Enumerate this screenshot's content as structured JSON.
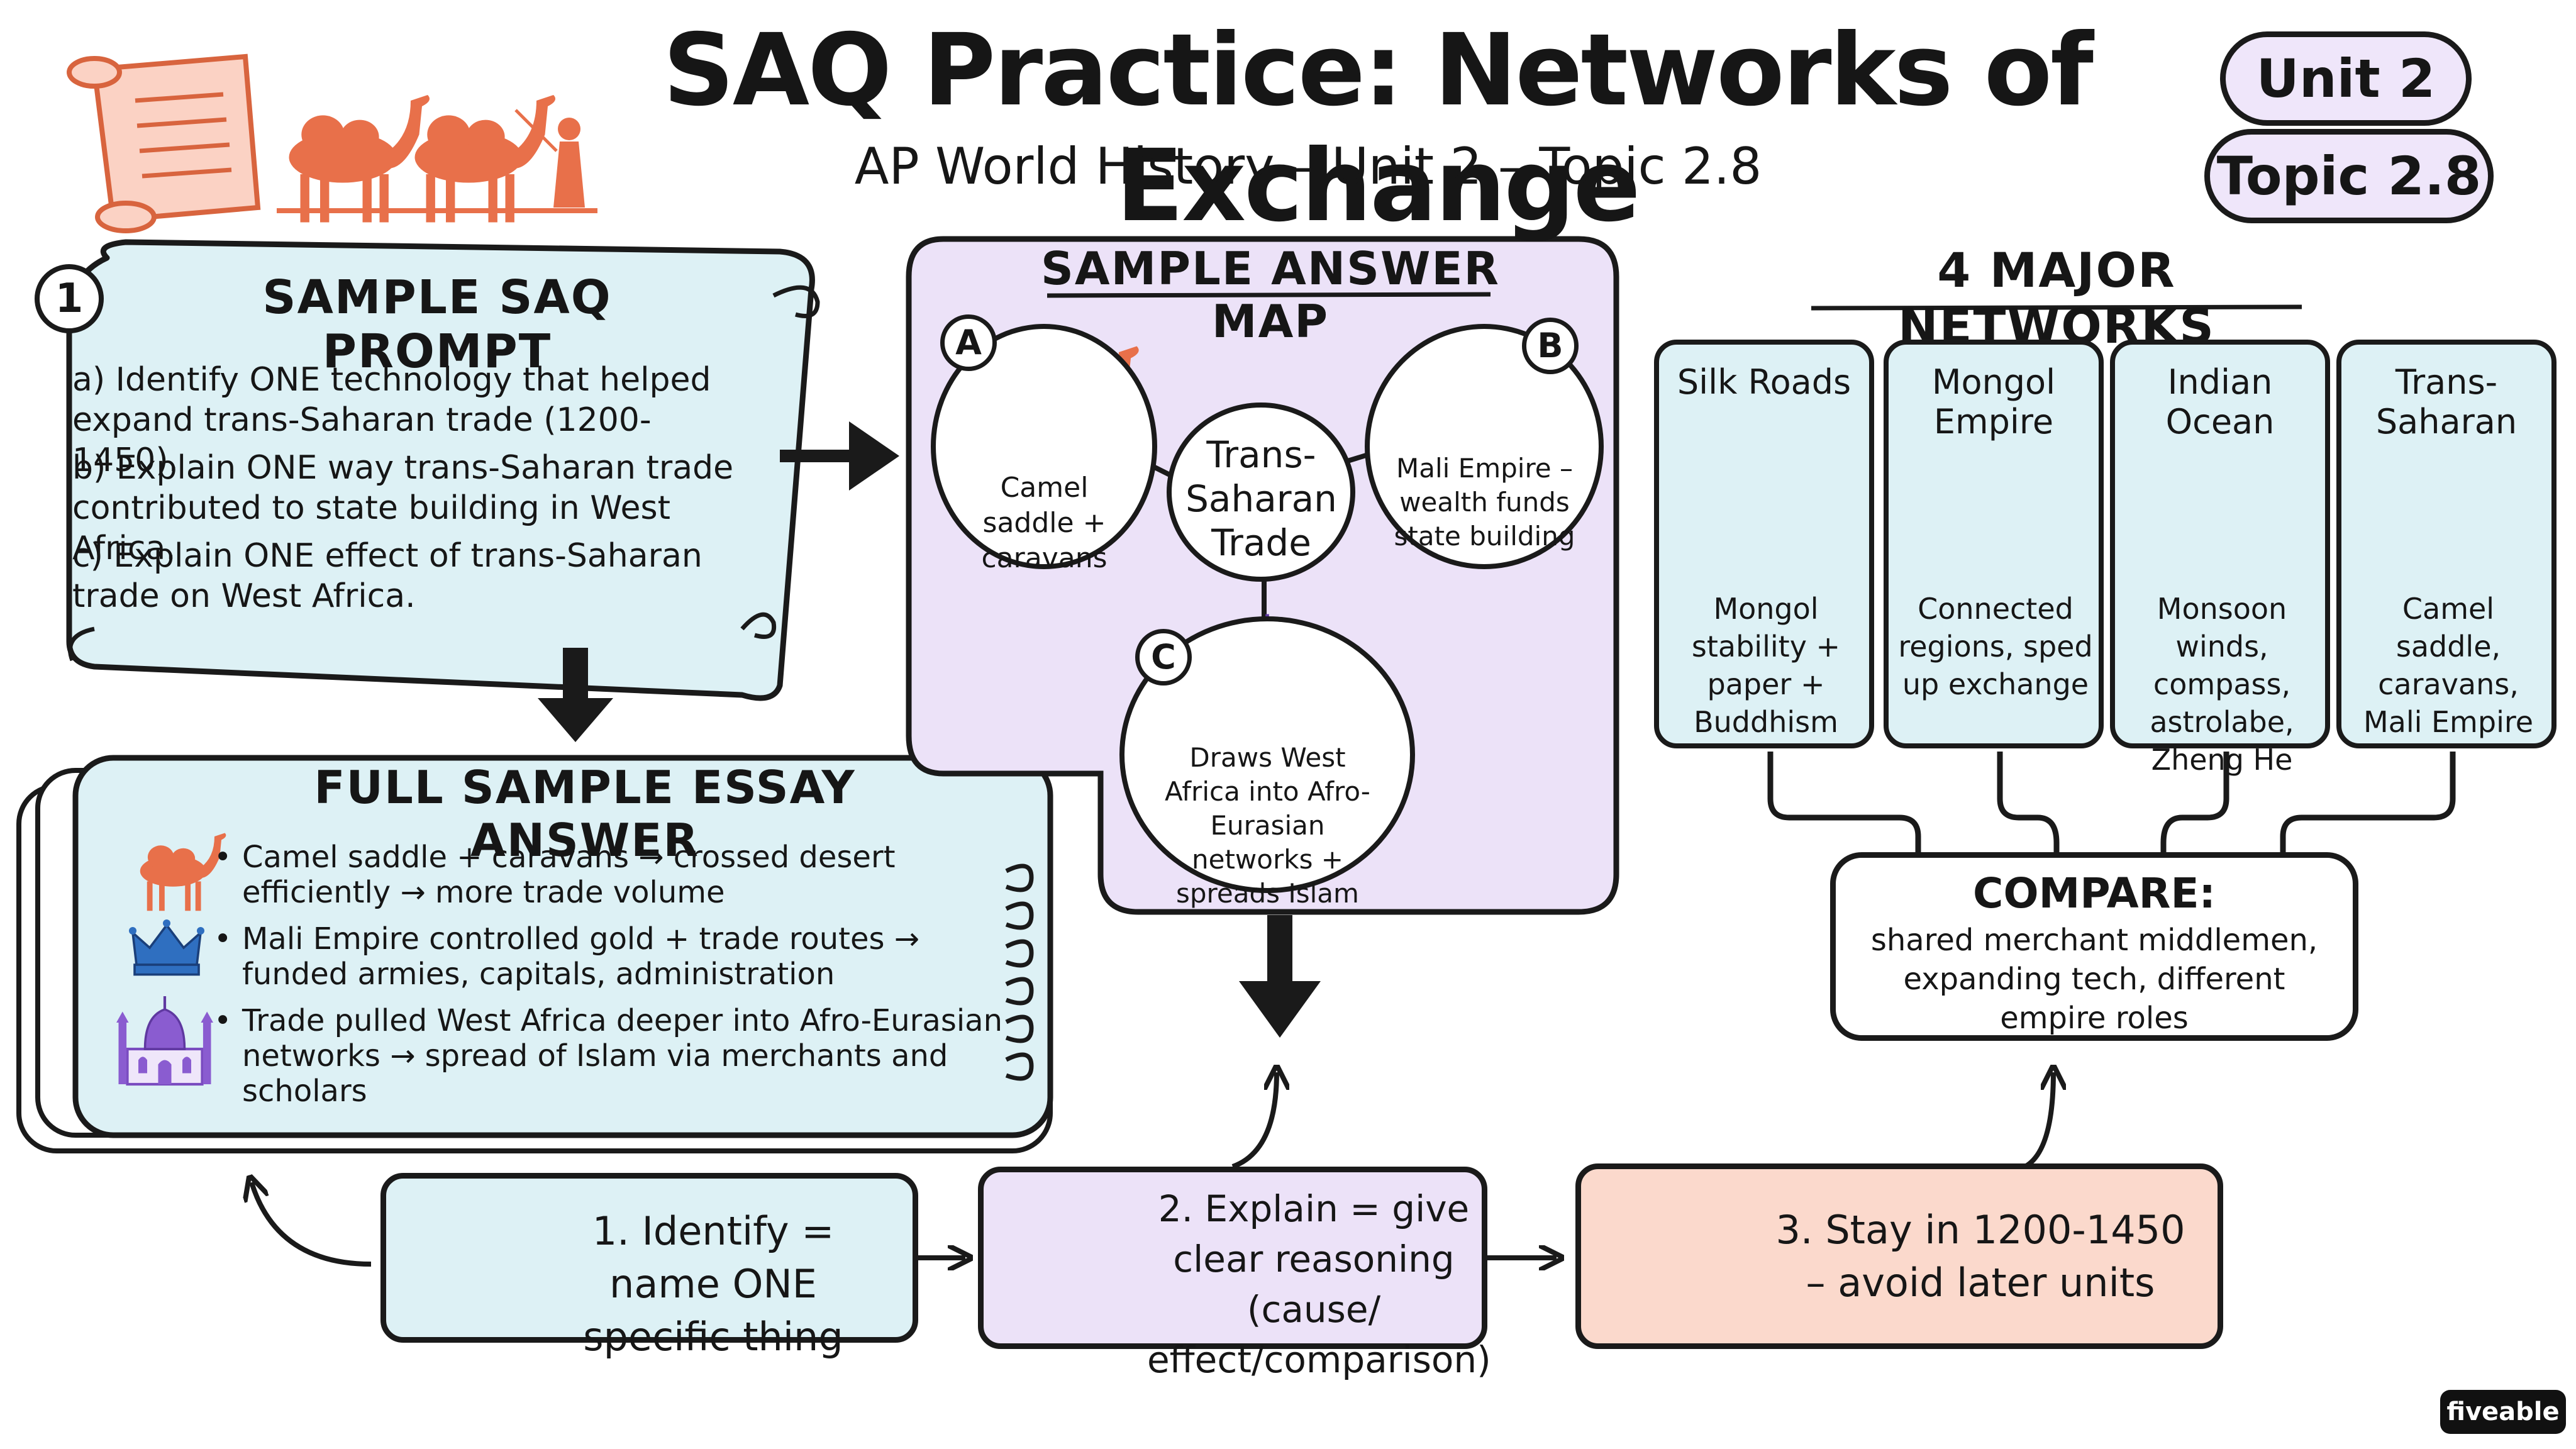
{
  "header": {
    "title": "SAQ Practice: Networks of Exchange",
    "subtitle": "AP World History – Unit 2 – Topic 2.8",
    "unit_label": "Unit 2",
    "topic_label": "Topic 2.8"
  },
  "prompt_section": {
    "number": "1",
    "title": "SAMPLE SAQ PROMPT",
    "items": [
      "a) Identify ONE technology that helped expand trans-Saharan trade (1200-1450).",
      "b) Explain ONE way trans-Saharan trade contributed to state building in West Africa.",
      "c) Explain ONE effect of trans-Saharan trade on West Africa."
    ]
  },
  "answer_map": {
    "title": "SAMPLE ANSWER MAP",
    "center": "Trans-Saharan Trade",
    "nodes": [
      {
        "letter": "A",
        "text": "Camel saddle + caravans"
      },
      {
        "letter": "B",
        "text": "Mali Empire – wealth funds state building"
      },
      {
        "letter": "C",
        "text": "Draws West Africa into Afro-Eurasian networks + spreads Islam"
      }
    ]
  },
  "essay": {
    "title": "FULL SAMPLE ESSAY ANSWER",
    "bullets": [
      "Camel saddle + caravans → crossed desert efficiently → more trade volume",
      "Mali Empire controlled gold + trade routes → funded armies, capitals, administration",
      "Trade pulled West Africa deeper into Afro-Eurasian networks → spread of Islam via merchants and scholars"
    ]
  },
  "networks": {
    "title": "4 MAJOR NETWORKS",
    "items": [
      {
        "name": "Silk Roads",
        "text": "Mongol stability + paper + Buddhism"
      },
      {
        "name": "Mongol Empire",
        "text": "Connected regions, sped up exchange"
      },
      {
        "name": "Indian Ocean",
        "text": "Monsoon winds, compass, astrolabe, Zheng He"
      },
      {
        "name": "Trans-Saharan",
        "text": "Camel saddle, caravans, Mali Empire"
      }
    ],
    "compare_title": "COMPARE:",
    "compare_text": "shared merchant middlemen, expanding tech, different empire roles"
  },
  "steps": [
    {
      "text": "1. Identify = name ONE specific thing"
    },
    {
      "text": "2. Explain = give clear reasoning (cause/ effect/comparison)"
    },
    {
      "text": "3. Stay in 1200-1450 – avoid later units"
    }
  ],
  "brand": "fiveable",
  "colors": {
    "light_blue": "#ddf1f5",
    "lavender": "#ece2f8",
    "salmon": "#fbd9cc",
    "camel_orange": "#e8704a",
    "crown_blue": "#2f6fc0",
    "mosque_purple": "#8a5cd0"
  }
}
